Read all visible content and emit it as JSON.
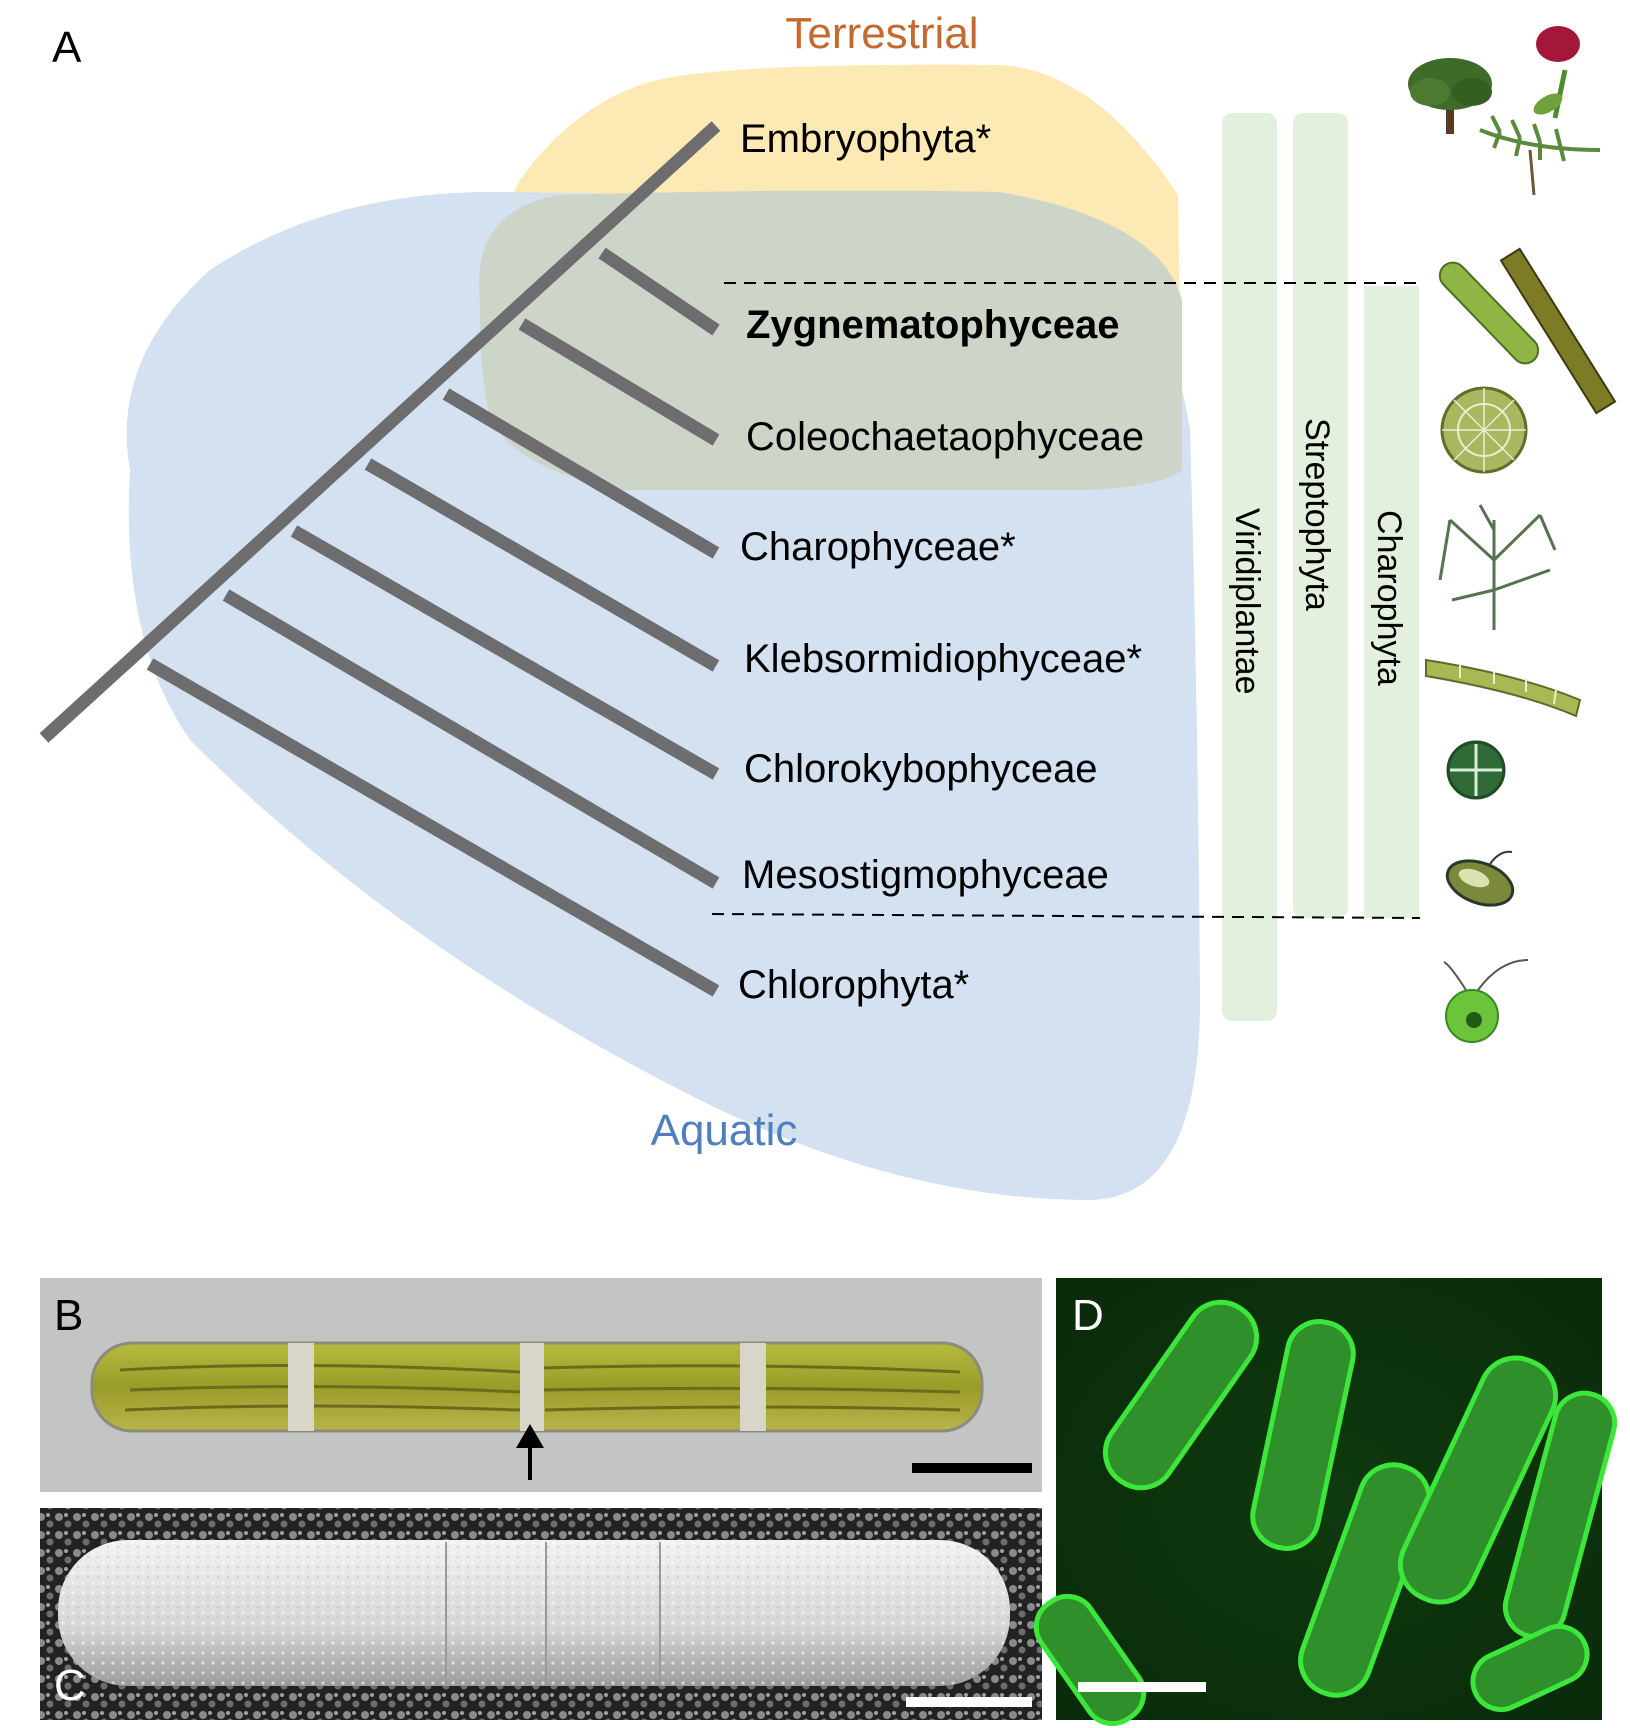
{
  "panel_labels": {
    "a": "A",
    "b": "B",
    "c": "C",
    "d": "D"
  },
  "regions": {
    "terrestrial": "Terrestrial",
    "aquatic": "Aquatic"
  },
  "taxa": [
    {
      "id": "embryophyta",
      "label": "Embryophyta*",
      "bold": false
    },
    {
      "id": "zygnematophyceae",
      "label": "Zygnematophyceae",
      "bold": true
    },
    {
      "id": "coleochaetaophyceae",
      "label": "Coleochaetaophyceae",
      "bold": false
    },
    {
      "id": "charophyceae",
      "label": "Charophyceae*",
      "bold": false
    },
    {
      "id": "klebsormidiophyceae",
      "label": "Klebsormidiophyceae*",
      "bold": false
    },
    {
      "id": "chlorokybophyceae",
      "label": "Chlorokybophyceae",
      "bold": false
    },
    {
      "id": "mesostigmophyceae",
      "label": "Mesostigmophyceae",
      "bold": false
    },
    {
      "id": "chlorophyta",
      "label": "Chlorophyta*",
      "bold": false
    }
  ],
  "clades": {
    "viridiplantae": "Viridiplantae",
    "streptophyta": "Streptophyta",
    "charophyta": "Charophyta"
  },
  "colors": {
    "terrestrial_fill": "#fce9b4",
    "aquatic_fill": "#d3e1f0",
    "overlap_fill": "#cdd5c9",
    "branch": "#6d6d6f",
    "clade_bar": "#e4f0de",
    "terrestrial_text": "#c46a2e",
    "aquatic_text": "#4f7fbf"
  },
  "icons": {
    "embryophyta": "land-plants-icon",
    "zygnematophyceae": "filamentous-alga-icon",
    "coleochaetaophyceae": "disc-alga-icon",
    "charophyceae": "chara-icon",
    "klebsormidiophyceae": "klebsormidium-filament-icon",
    "chlorokybophyceae": "chlorokybus-icon",
    "mesostigmophyceae": "mesostigma-icon",
    "chlorophyta": "chlamydomonas-icon"
  }
}
